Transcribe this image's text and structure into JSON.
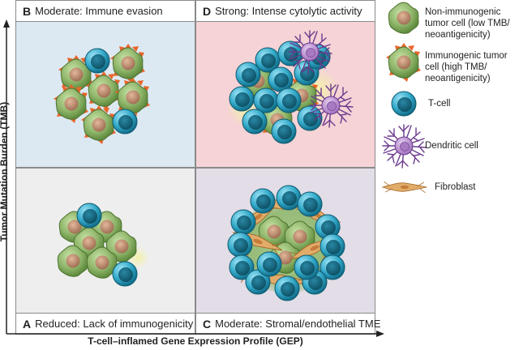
{
  "quadrants": {
    "top_left": {
      "letter": "B",
      "text": "Moderate: Immune evasion"
    },
    "top_right": {
      "letter": "D",
      "text": "Strong: Intense cytolytic activity"
    },
    "bottom_left": {
      "letter": "A",
      "text": "Reduced: Lack of immunogenicity"
    },
    "bottom_right": {
      "letter": "C",
      "text": "Moderate: Stromal/endothelial TME"
    }
  },
  "axes": {
    "y_label": "Tumor Mutation Burden (TMB)",
    "x_label": "T-cell–inflamed Gene Expression Profile (GEP)"
  },
  "legend": {
    "non_immunogenic_l1": "Non-immunogenic",
    "non_immunogenic_l2": "tumor cell (low TMB/",
    "non_immunogenic_l3": "neoantigenicity)",
    "immunogenic_l1": "Immunogenic tumor",
    "immunogenic_l2": "cell (high TMB/",
    "immunogenic_l3": "neoantigenicity)",
    "tcell": "T-cell",
    "dendritic": "Dendritic cell",
    "fibroblast": "Fibroblast"
  },
  "colors": {
    "tumor_green": "#8fb56a",
    "tumor_nucleus": "#b7876a",
    "spike_orange": "#e8662a",
    "tcell_blue": "#2fa6c6",
    "tcell_nucleus": "#0f5d74",
    "dendritic_purple": "#8a56a8",
    "fibroblast_tan": "#d9a05c"
  }
}
